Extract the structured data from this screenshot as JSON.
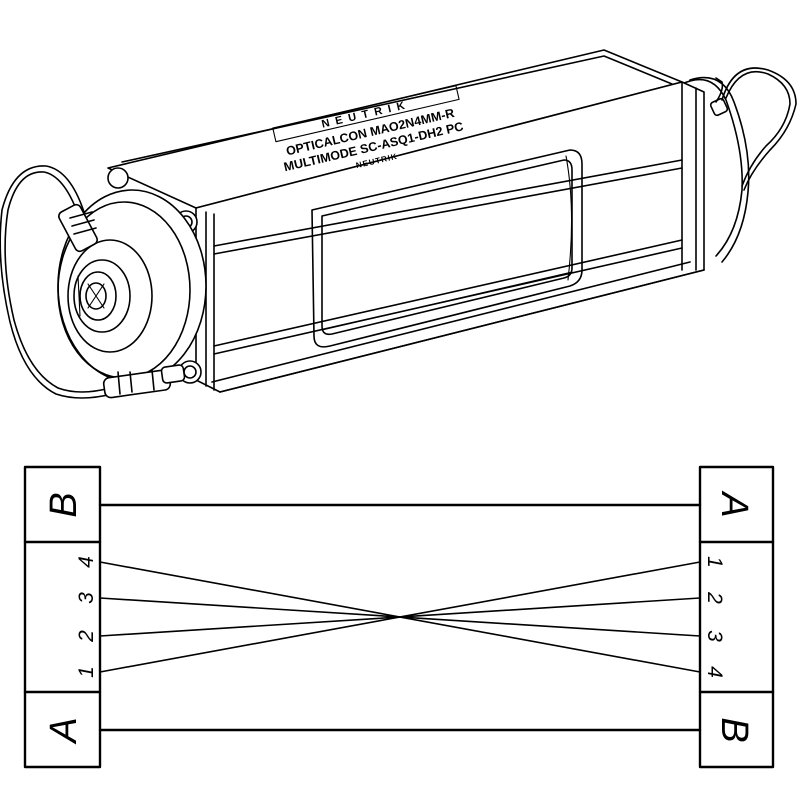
{
  "product_marking": {
    "line1": "OPTICALCON MAO2N4MM-R",
    "line2": "MULTIMODE SC-ASQ1-DH2 PC",
    "line3": "NEUTRIK",
    "logo": "NEUTRIK"
  },
  "wiring": {
    "left_top_label": "B",
    "left_bottom_label": "A",
    "right_top_label": "A",
    "right_bottom_label": "B",
    "left_fibers": [
      "4",
      "3",
      "2",
      "1"
    ],
    "right_fibers": [
      "1",
      "2",
      "3",
      "4"
    ]
  }
}
